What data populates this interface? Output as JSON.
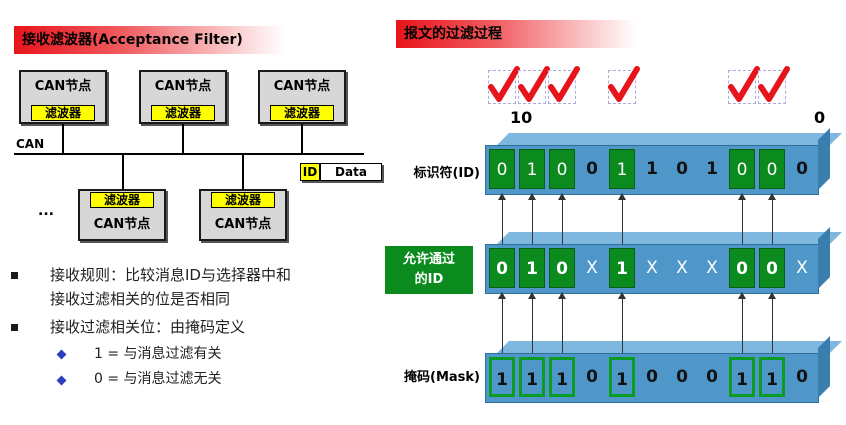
{
  "left": {
    "title": "接收滤波器(Acceptance Filter)",
    "nodes": [
      {
        "label": "CAN节点",
        "filter": "滤波器"
      },
      {
        "label": "CAN节点",
        "filter": "滤波器"
      },
      {
        "label": "CAN节点",
        "filter": "滤波器"
      },
      {
        "label": "CAN节点",
        "filter": "滤波器"
      },
      {
        "label": "CAN节点",
        "filter": "滤波器"
      }
    ],
    "bus_label": "CAN",
    "ellipsis": "...",
    "frame": {
      "id": "ID",
      "data": "Data"
    },
    "bullets": [
      {
        "line1": "接收规则：比较消息ID与选择器中和",
        "line2": "接收过滤相关的位是否相同"
      },
      {
        "line1": "接收过滤相关位：由掩码定义"
      }
    ],
    "subbullets": [
      "1 = 与消息过滤有关",
      "0 = 与消息过滤无关"
    ]
  },
  "right": {
    "title": "报文的过滤过程",
    "bit_high": "10",
    "bit_low": "0",
    "id_label": "标识符(ID)",
    "allow_label_1": "允许通过",
    "allow_label_2": "的ID",
    "mask_label": "掩码(Mask)",
    "id_bits": [
      "0",
      "1",
      "0",
      "0",
      "1",
      "1",
      "0",
      "1",
      "0",
      "0",
      "0"
    ],
    "allow_bits": [
      "0",
      "1",
      "0",
      "X",
      "1",
      "X",
      "X",
      "X",
      "0",
      "0",
      "X"
    ],
    "mask_bits": [
      "1",
      "1",
      "1",
      "0",
      "1",
      "0",
      "0",
      "0",
      "1",
      "1",
      "0"
    ],
    "checked": [
      0,
      1,
      2,
      4,
      8,
      9
    ],
    "colors": {
      "green": "#0b8a1e",
      "bar": "#4f97c8",
      "check": "#e8141b",
      "title": "#e8141b"
    }
  }
}
